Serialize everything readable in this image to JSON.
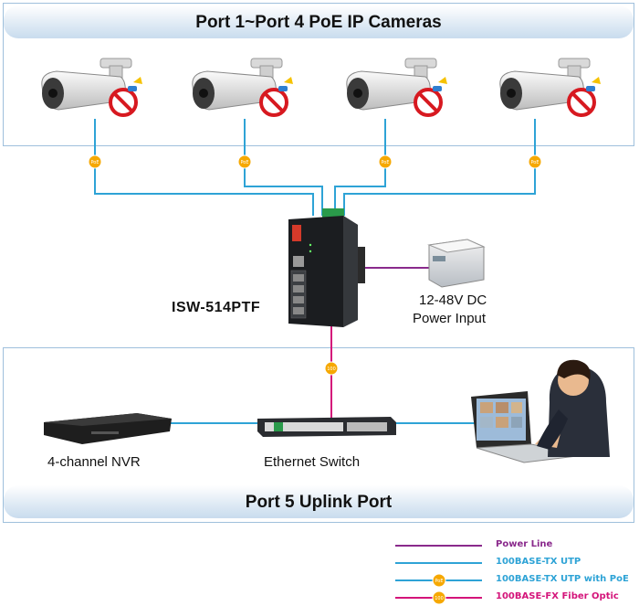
{
  "top_title": "Port 1~Port 4 PoE IP Cameras",
  "bottom_title": "Port 5 Uplink Port",
  "device_label": "ISW-514PTF",
  "power_label_line1": "12-48V DC",
  "power_label_line2": "Power Input",
  "nvr_label": "4-channel NVR",
  "switch_label": "Ethernet Switch",
  "badge_poe": "PoE",
  "badge_100": "100",
  "colors": {
    "power_line": "#8a2a8c",
    "utp": "#2ea3d6",
    "fiber": "#d4147a",
    "badge": "#f6a800",
    "panel_border": "#9fc0dc"
  },
  "legend": [
    {
      "label": "Power Line",
      "color": "#8a2a8c"
    },
    {
      "label": "100BASE-TX UTP",
      "color": "#2ea3d6"
    },
    {
      "label": "100BASE-TX UTP with PoE",
      "color": "#2ea3d6"
    },
    {
      "label": "100BASE-FX Fiber Optic",
      "color": "#d4147a"
    }
  ]
}
